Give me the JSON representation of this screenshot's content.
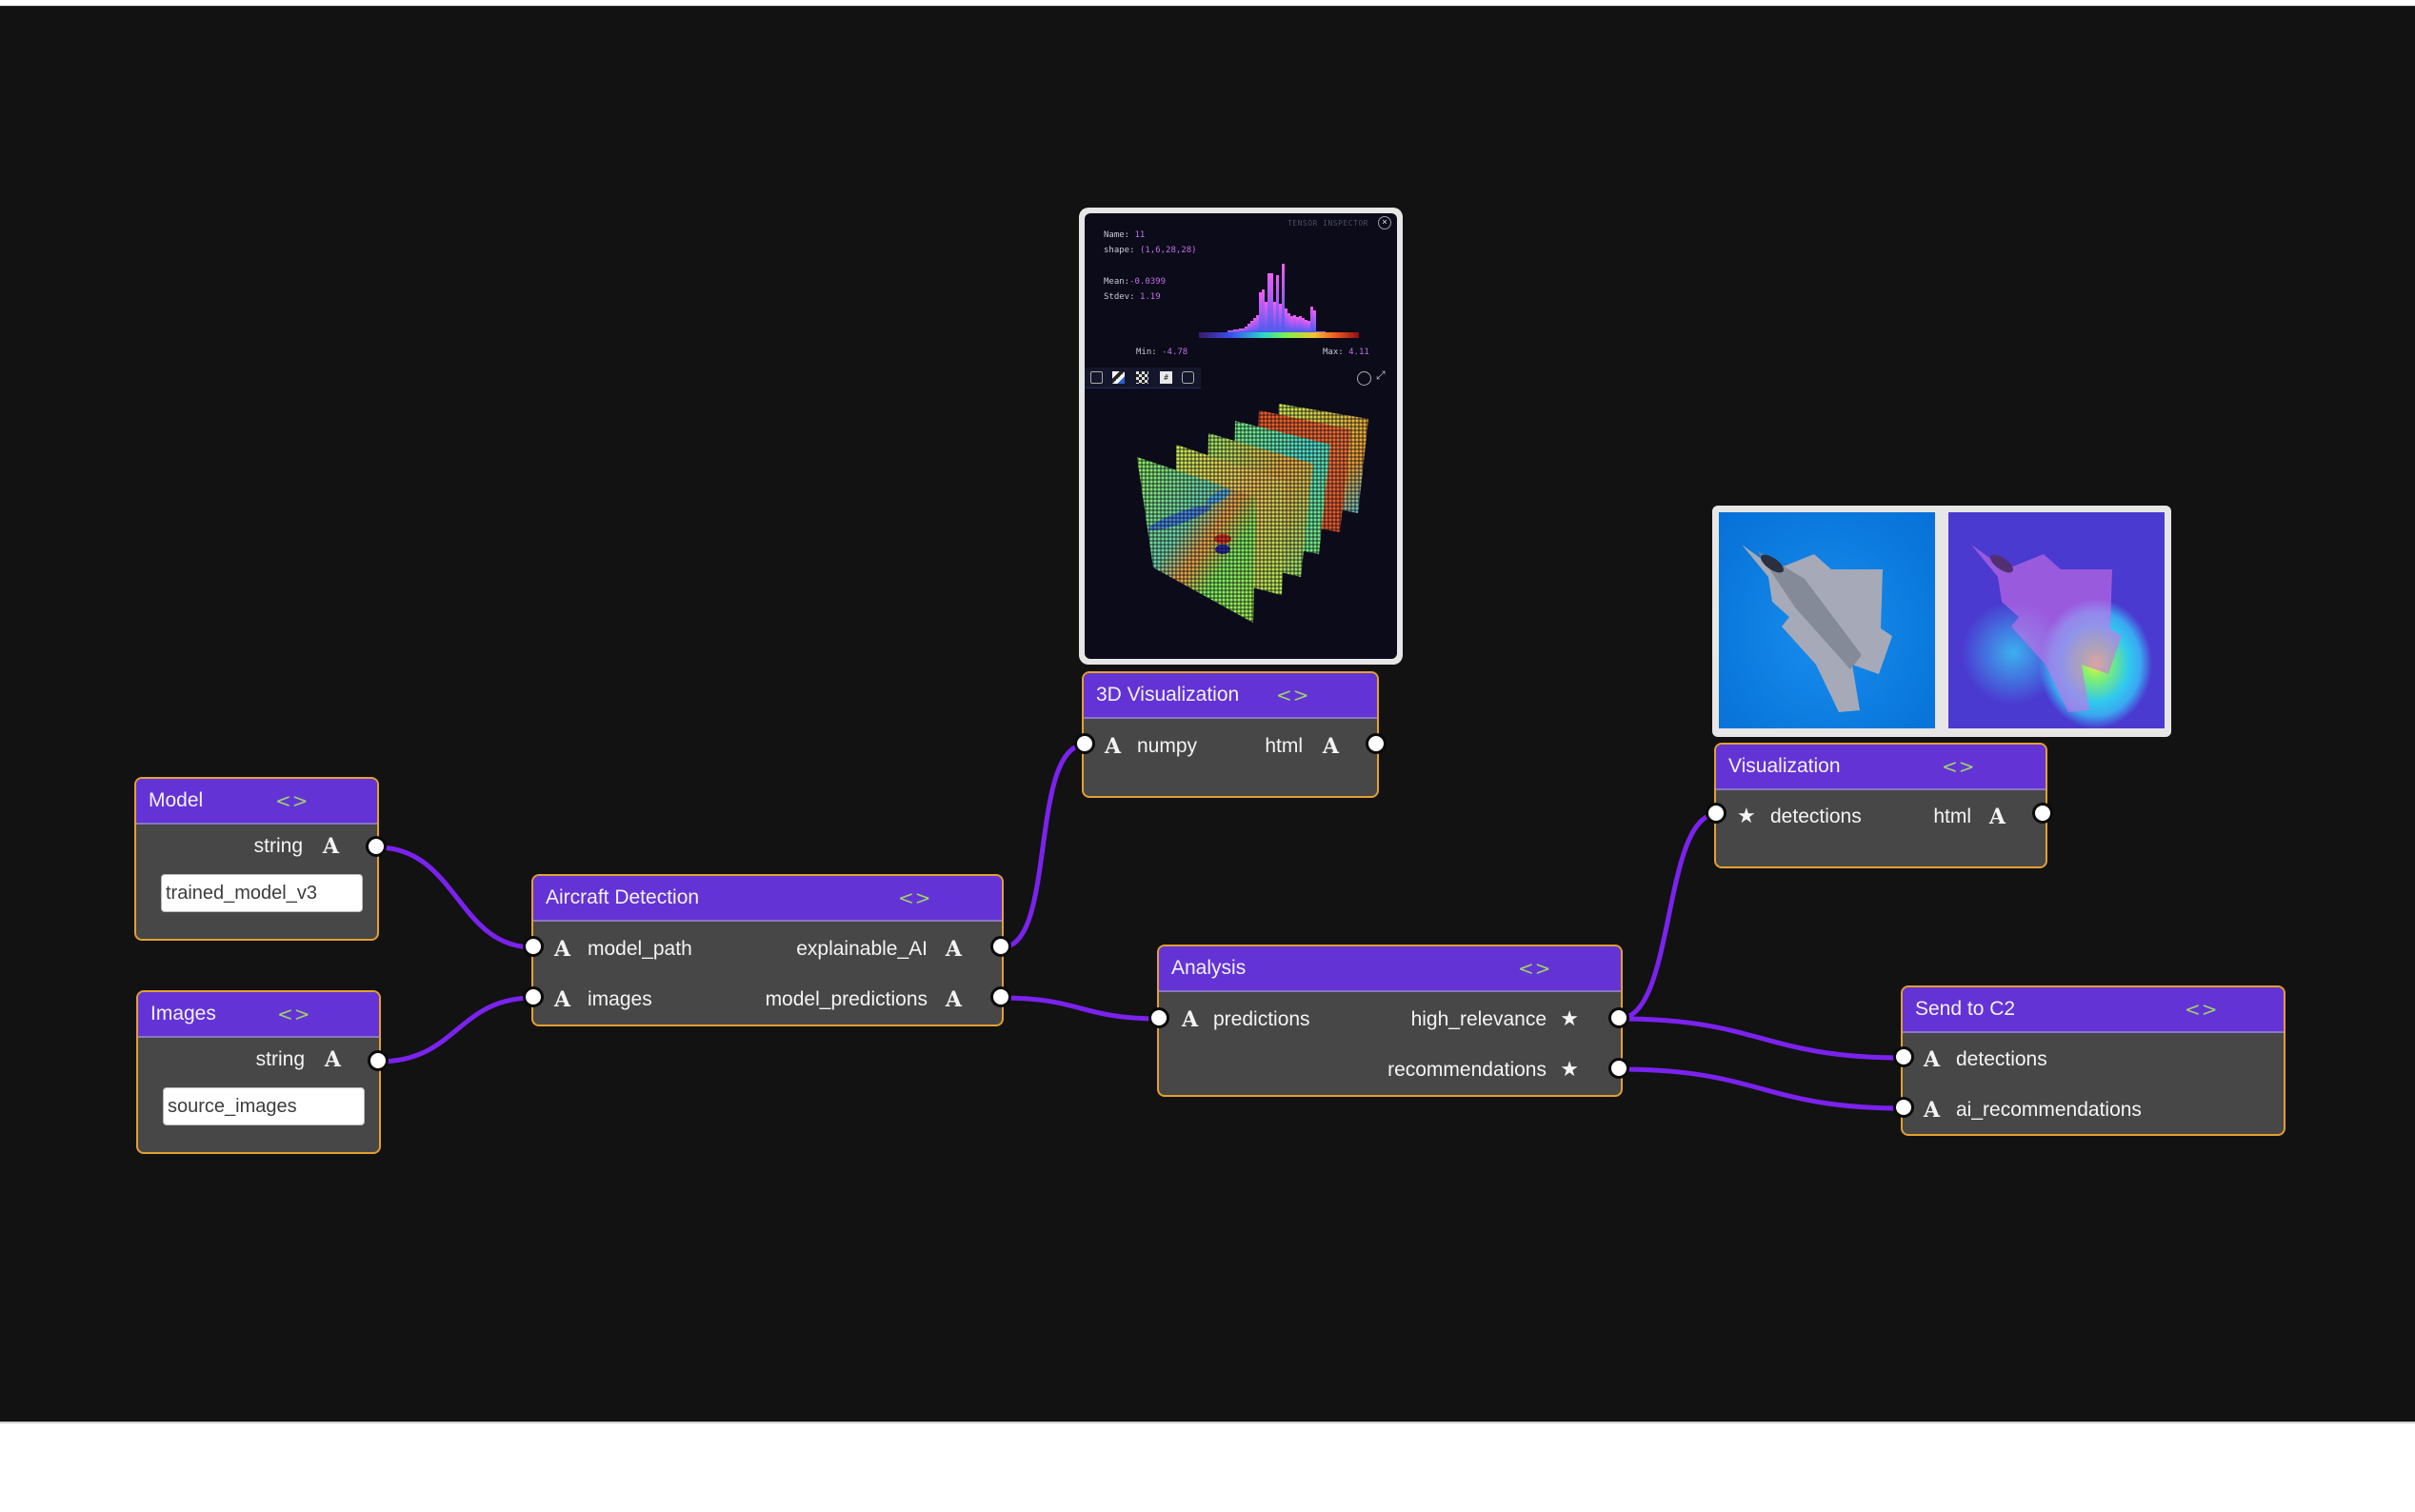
{
  "canvas": {
    "background": "#121212",
    "wire_color": "#7b22ee",
    "node_border": "#e3a02e",
    "header_color": "#6433d6"
  },
  "nodes": {
    "model": {
      "title": "Model",
      "toggle": "<>",
      "outputs": [
        {
          "label": "string",
          "type": "A"
        }
      ],
      "field_value": "trained_model_v3"
    },
    "images": {
      "title": "Images",
      "toggle": "<>",
      "outputs": [
        {
          "label": "string",
          "type": "A"
        }
      ],
      "field_value": "source_images"
    },
    "aircraft_detection": {
      "title": "Aircraft Detection",
      "toggle": "<>",
      "inputs": [
        {
          "label": "model_path",
          "type": "A"
        },
        {
          "label": "images",
          "type": "A"
        }
      ],
      "outputs": [
        {
          "label": "explainable_AI",
          "type": "A"
        },
        {
          "label": "model_predictions",
          "type": "A"
        }
      ]
    },
    "viz3d": {
      "title": "3D Visualization",
      "toggle": "<>",
      "inputs": [
        {
          "label": "numpy",
          "type": "A"
        }
      ],
      "outputs": [
        {
          "label": "html",
          "type": "A"
        }
      ]
    },
    "visualization": {
      "title": "Visualization",
      "toggle": "<>",
      "inputs": [
        {
          "label": "detections",
          "type": "star"
        }
      ],
      "outputs": [
        {
          "label": "html",
          "type": "A"
        }
      ]
    },
    "analysis": {
      "title": "Analysis",
      "toggle": "<>",
      "inputs": [
        {
          "label": "predictions",
          "type": "A"
        }
      ],
      "outputs": [
        {
          "label": "high_relevance",
          "type": "star"
        },
        {
          "label": "recommendations",
          "type": "star"
        }
      ]
    },
    "send_c2": {
      "title": "Send to C2",
      "toggle": "<>",
      "inputs": [
        {
          "label": "detections",
          "type": "A"
        },
        {
          "label": "ai_recommendations",
          "type": "A"
        }
      ]
    }
  },
  "tensor_inspector": {
    "header": "TENSOR INSPECTOR",
    "name_label": "Name:",
    "name_value": "11",
    "shape_label": "shape:",
    "shape_value": "(1,6,28,28)",
    "mean_label": "Mean:",
    "mean_value": "-0.0399",
    "stdev_label": "Stdev:",
    "stdev_value": "1.19",
    "min_label": "Min:",
    "min_value": "-4.78",
    "max_label": "Max:",
    "max_value": "4.11",
    "toolbar": [
      "layers-icon",
      "colormap-icon",
      "grid-icon",
      "values-icon",
      "image-icon"
    ],
    "right_tools": [
      "rotate-camera-icon",
      "expand-icon"
    ],
    "slices": 6
  },
  "image_output": {
    "panels": [
      "original-aircraft-image",
      "attention-heatmap-overlay"
    ]
  },
  "connections": [
    {
      "from": "model.string",
      "to": "aircraft_detection.model_path"
    },
    {
      "from": "images.string",
      "to": "aircraft_detection.images"
    },
    {
      "from": "aircraft_detection.explainable_AI",
      "to": "viz3d.numpy"
    },
    {
      "from": "aircraft_detection.model_predictions",
      "to": "analysis.predictions"
    },
    {
      "from": "analysis.high_relevance",
      "to": "visualization.detections"
    },
    {
      "from": "analysis.high_relevance",
      "to": "send_c2.detections"
    },
    {
      "from": "analysis.recommendations",
      "to": "send_c2.ai_recommendations"
    }
  ]
}
